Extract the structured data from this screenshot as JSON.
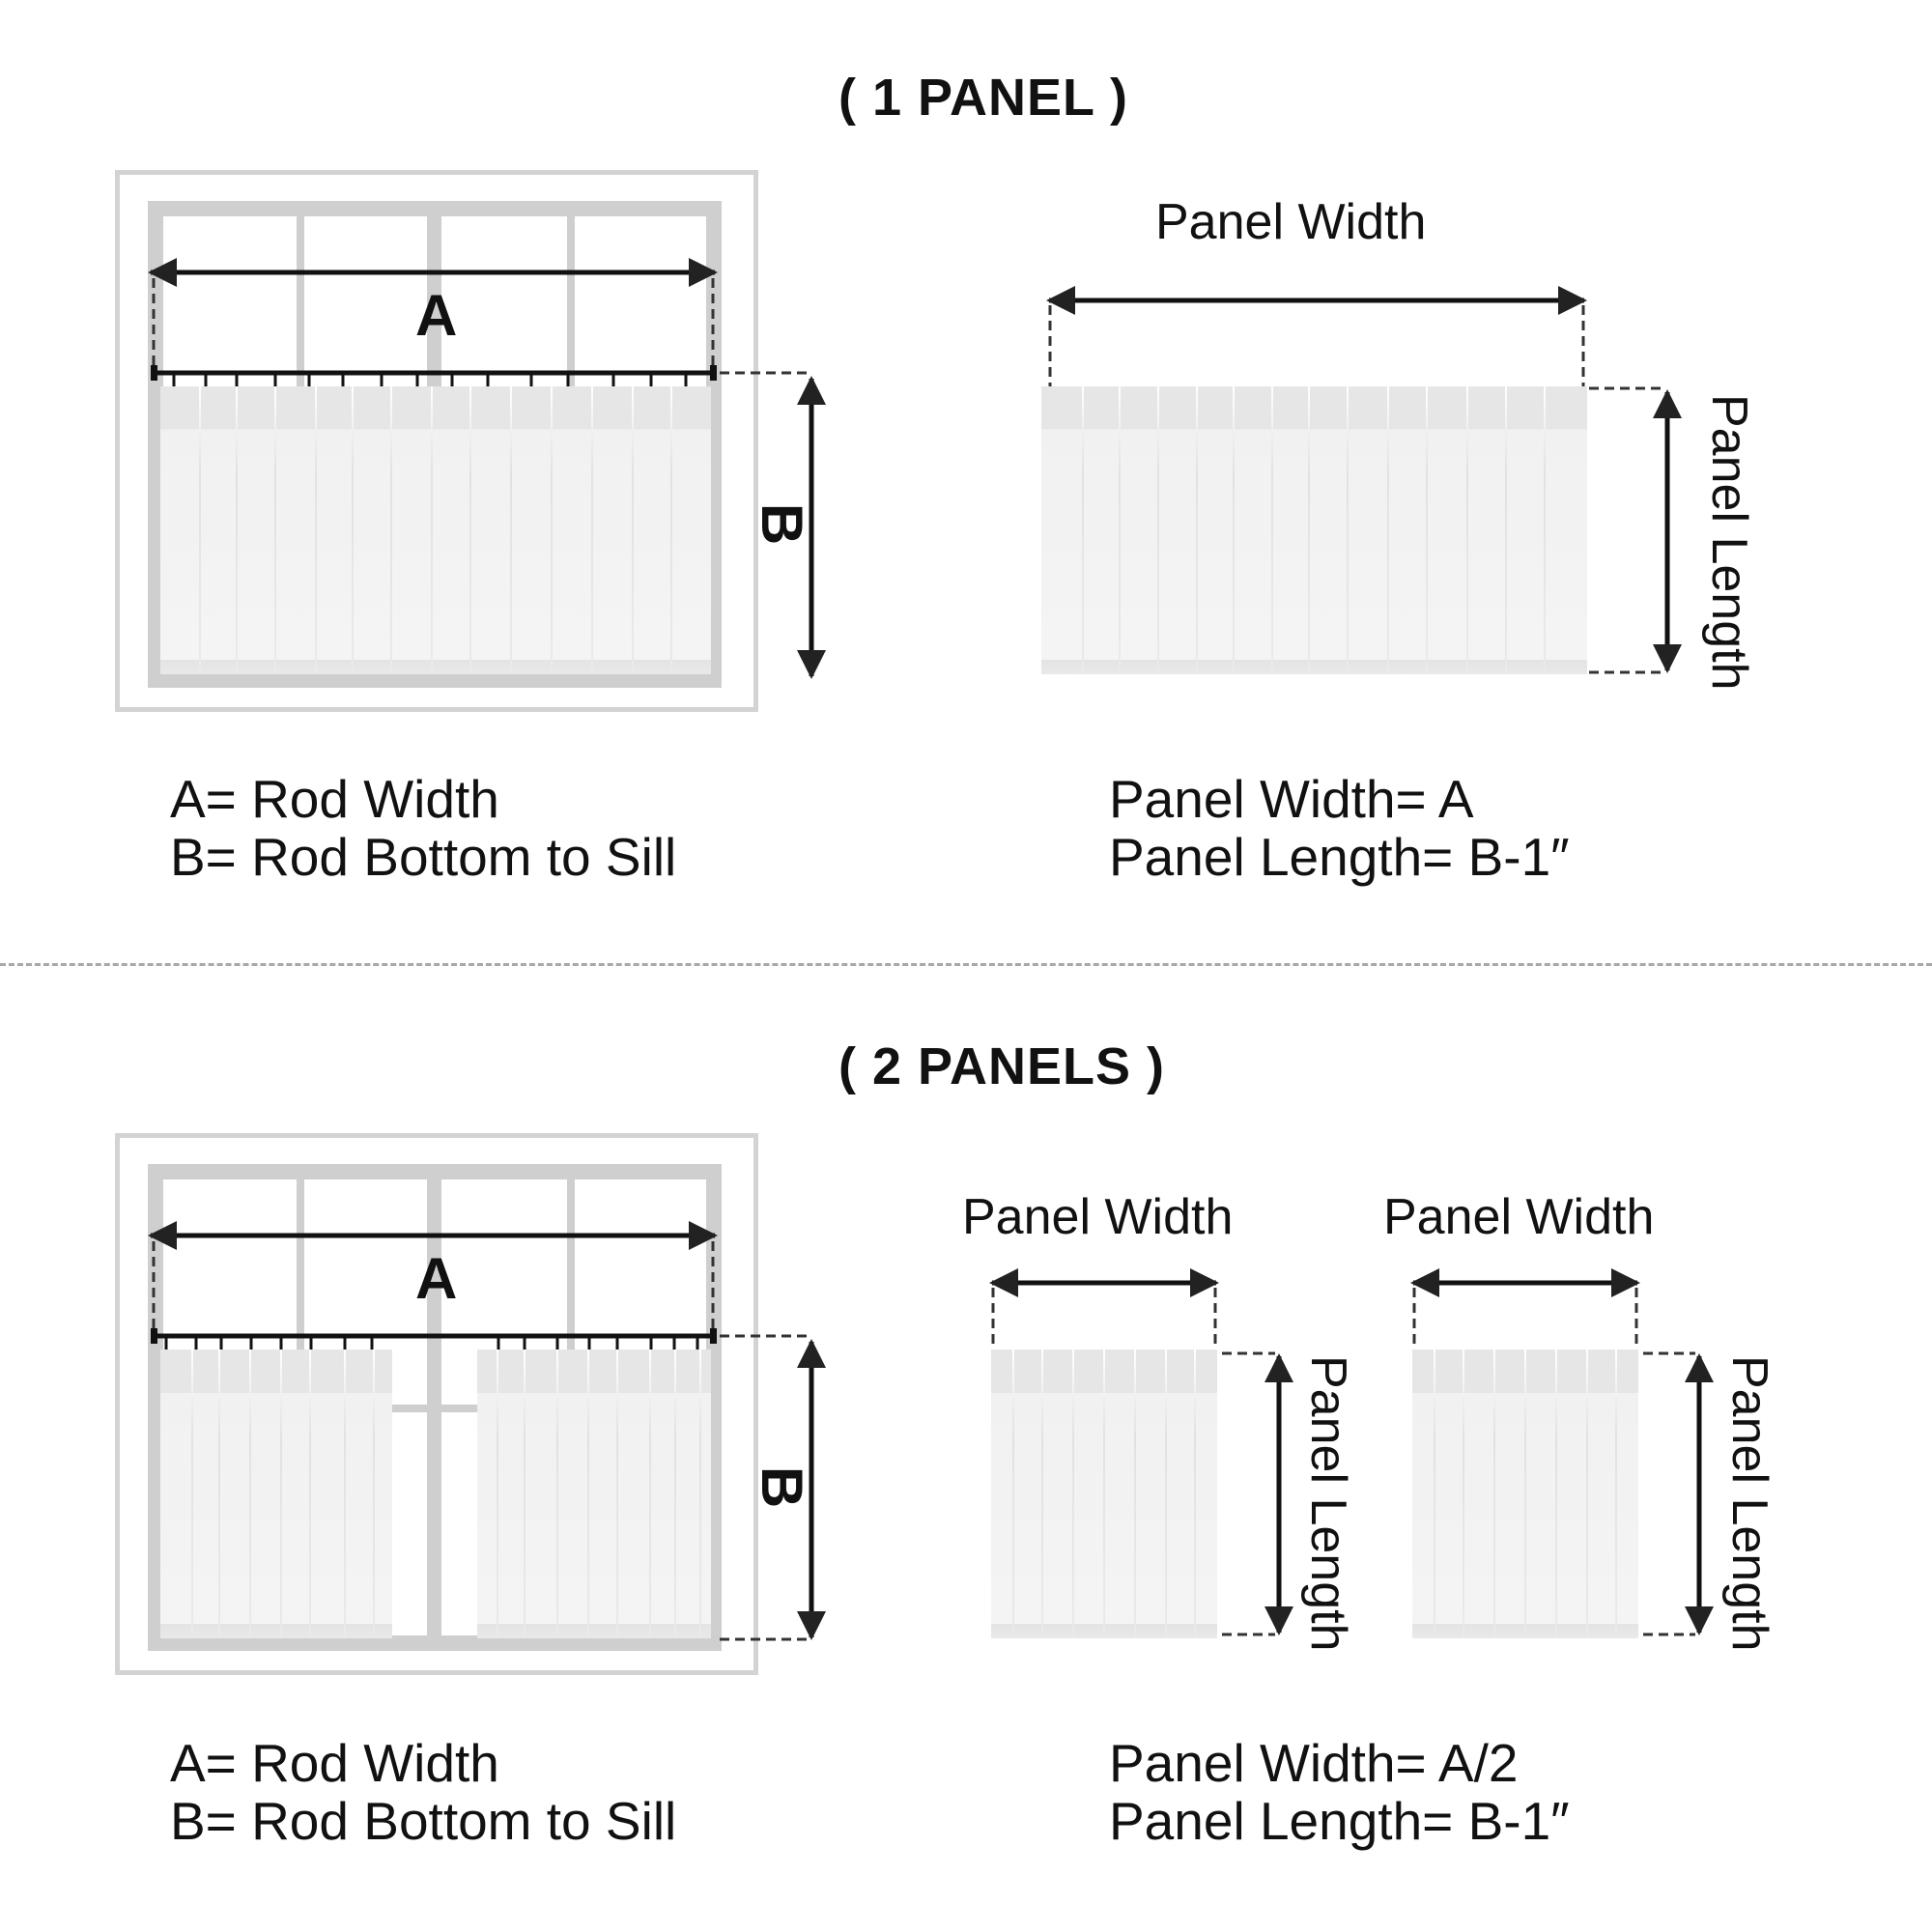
{
  "sections": [
    {
      "title": "( 1 PANEL )",
      "window": {
        "measure_a_label": "A",
        "measure_b_label": "B"
      },
      "panels": [
        {
          "width_label": "Panel Width",
          "length_label": "Panel Length"
        }
      ],
      "legend": {
        "line1": "A= Rod Width",
        "line2": "B= Rod Bottom to Sill"
      },
      "formula": {
        "line1": "Panel Width= A",
        "line2": "Panel Length= B-1″"
      }
    },
    {
      "title": "( 2 PANELS )",
      "window": {
        "measure_a_label": "A",
        "measure_b_label": "B"
      },
      "panels": [
        {
          "width_label": "Panel Width",
          "length_label": "Panel Length"
        },
        {
          "width_label": "Panel Width",
          "length_label": "Panel Length"
        }
      ],
      "legend": {
        "line1": "A= Rod Width",
        "line2": "B= Rod Bottom to Sill"
      },
      "formula": {
        "line1": "Panel Width= A/2",
        "line2": "Panel Length= B-1″"
      }
    }
  ],
  "colors": {
    "frame": "#cfcfcf",
    "arrow": "#111111",
    "divider": "#a8a8a8",
    "curtain": "#f2f2f2"
  }
}
